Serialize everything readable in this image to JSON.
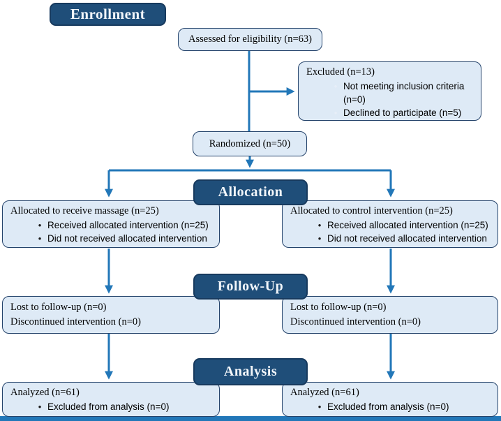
{
  "colors": {
    "banner_bg": "#1F4E79",
    "banner_border": "#173A5E",
    "banner_text": "#F2F6FA",
    "box_bg": "#DEEAF6",
    "box_border": "#24436B",
    "arrow": "#2277B8",
    "text": "#000000",
    "light_bullet": "#E7EEF8",
    "dark_bullet": "#1A1A1A"
  },
  "banners": {
    "enrollment": "Enrollment",
    "allocation": "Allocation",
    "followup": "Follow-Up",
    "analysis": "Analysis"
  },
  "boxes": {
    "assessed": {
      "text": "Assessed for eligibility (n=63)"
    },
    "excluded": {
      "title": "Excluded (n=13)",
      "bullets": [
        "Not meeting inclusion criteria (n=0)",
        "Declined to participate (n=5)"
      ]
    },
    "randomized": {
      "text": "Randomized (n=50)"
    },
    "alloc_left": {
      "title": "Allocated to receive massage (n=25)",
      "bullets": [
        "Received allocated intervention (n=25)",
        "Did not received allocated intervention"
      ]
    },
    "alloc_right": {
      "title": "Allocated to control intervention (n=25)",
      "bullets": [
        "Received allocated intervention (n=25)",
        "Did not received allocated intervention"
      ]
    },
    "follow_left": {
      "lines": [
        "Lost to follow-up (n=0)",
        "Discontinued intervention (n=0)"
      ]
    },
    "follow_right": {
      "lines": [
        "Lost to follow-up (n=0)",
        "Discontinued intervention (n=0)"
      ]
    },
    "analysis_left": {
      "title": "Analyzed (n=61)",
      "bullets": [
        "Excluded from analysis (n=0)"
      ]
    },
    "analysis_right": {
      "title": "Analyzed (n=61)",
      "bullets": [
        "Excluded from analysis (n=0)"
      ]
    }
  }
}
